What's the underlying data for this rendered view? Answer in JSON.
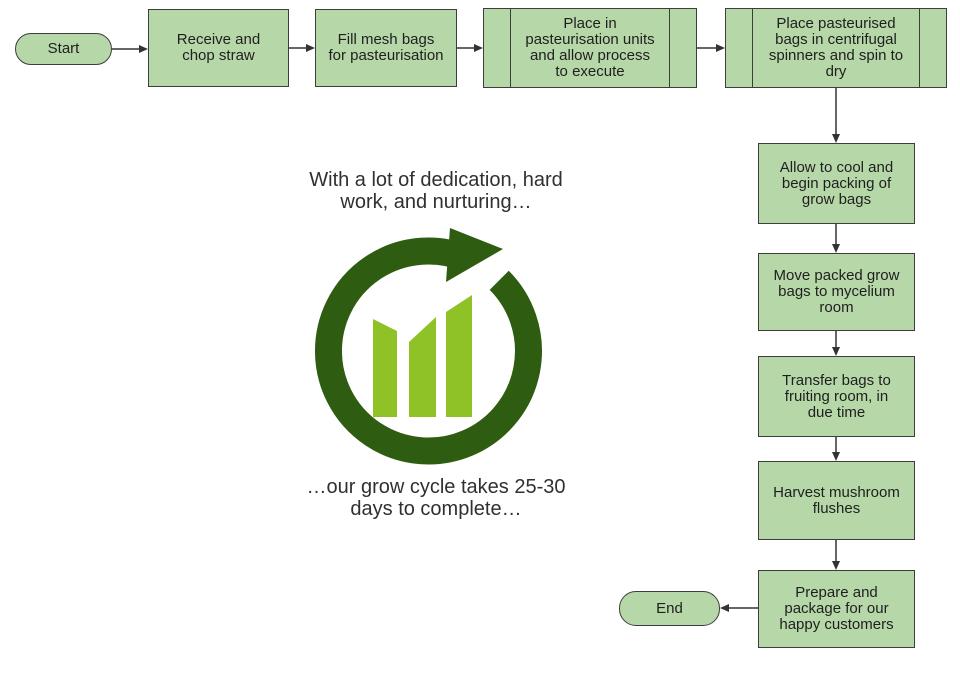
{
  "flowchart": {
    "start_label": "Start",
    "end_label": "End",
    "steps": {
      "receive": "Receive and\nchop straw",
      "fill": "Fill mesh bags\nfor pasteurisation",
      "pasteurise": "Place in\npasteurisation units\nand allow process\nto execute",
      "spin": "Place pasteurised\nbags in centrifugal\nspinners and spin to\ndry",
      "cool": "Allow to cool and\nbegin packing of\ngrow bags",
      "move": "Move packed grow\nbags to mycelium\nroom",
      "transfer": "Transfer bags to\nfruiting room, in\ndue time",
      "harvest": "Harvest mushroom\nflushes",
      "prepare": "Prepare and\npackage for our\nhappy customers"
    },
    "captions": {
      "top": "With a lot of dedication, hard\nwork, and nurturing…",
      "bottom": "…our grow cycle takes 25-30\ndays to complete…"
    },
    "logo": {
      "icon": "growth-cycle-chart-icon"
    },
    "colors": {
      "node_fill": "#b6d7a8",
      "node_border": "#3d3d3d",
      "connector": "#333333",
      "text": "#1f1f1f",
      "logo_dark_green": "#2e5c10",
      "logo_light_green": "#8fc226"
    }
  }
}
